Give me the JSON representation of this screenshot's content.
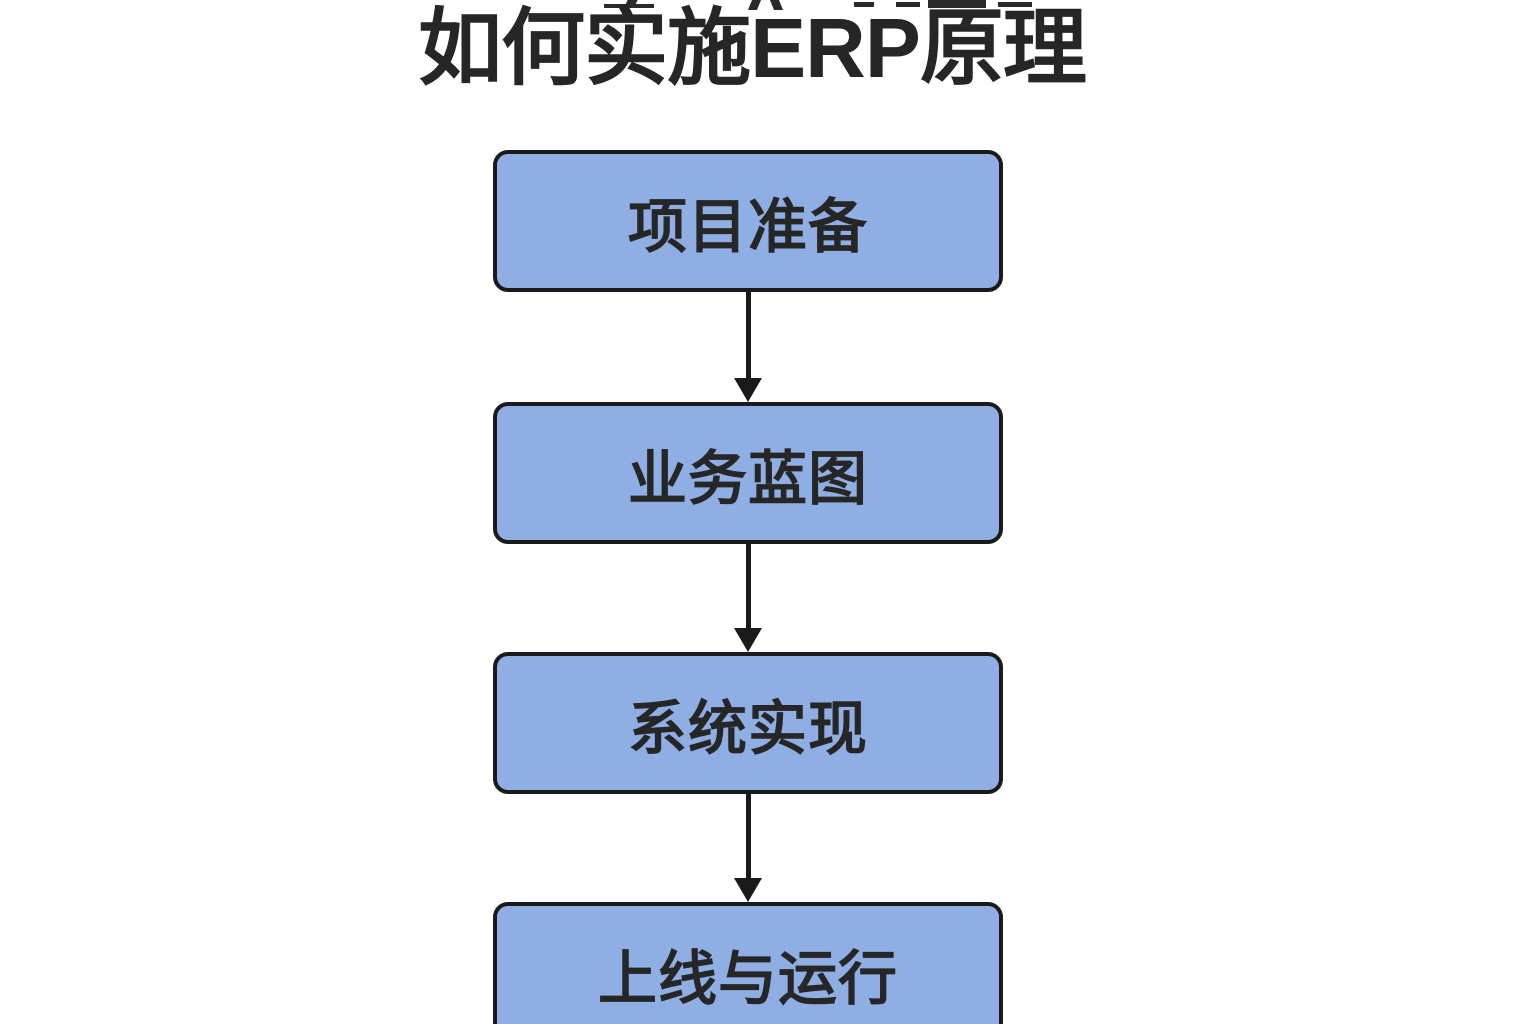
{
  "diagram": {
    "title": "如何实施ERP原理",
    "steps": [
      "项目准备",
      "业务蓝图",
      "系统实现",
      "上线与运行"
    ],
    "colors": {
      "box_fill": "#8FAEE4",
      "box_border": "#1A1A1A",
      "arrow": "#1A1A1A",
      "title_text": "#262626",
      "box_text": "#262626",
      "background": "#FFFFFF"
    }
  }
}
